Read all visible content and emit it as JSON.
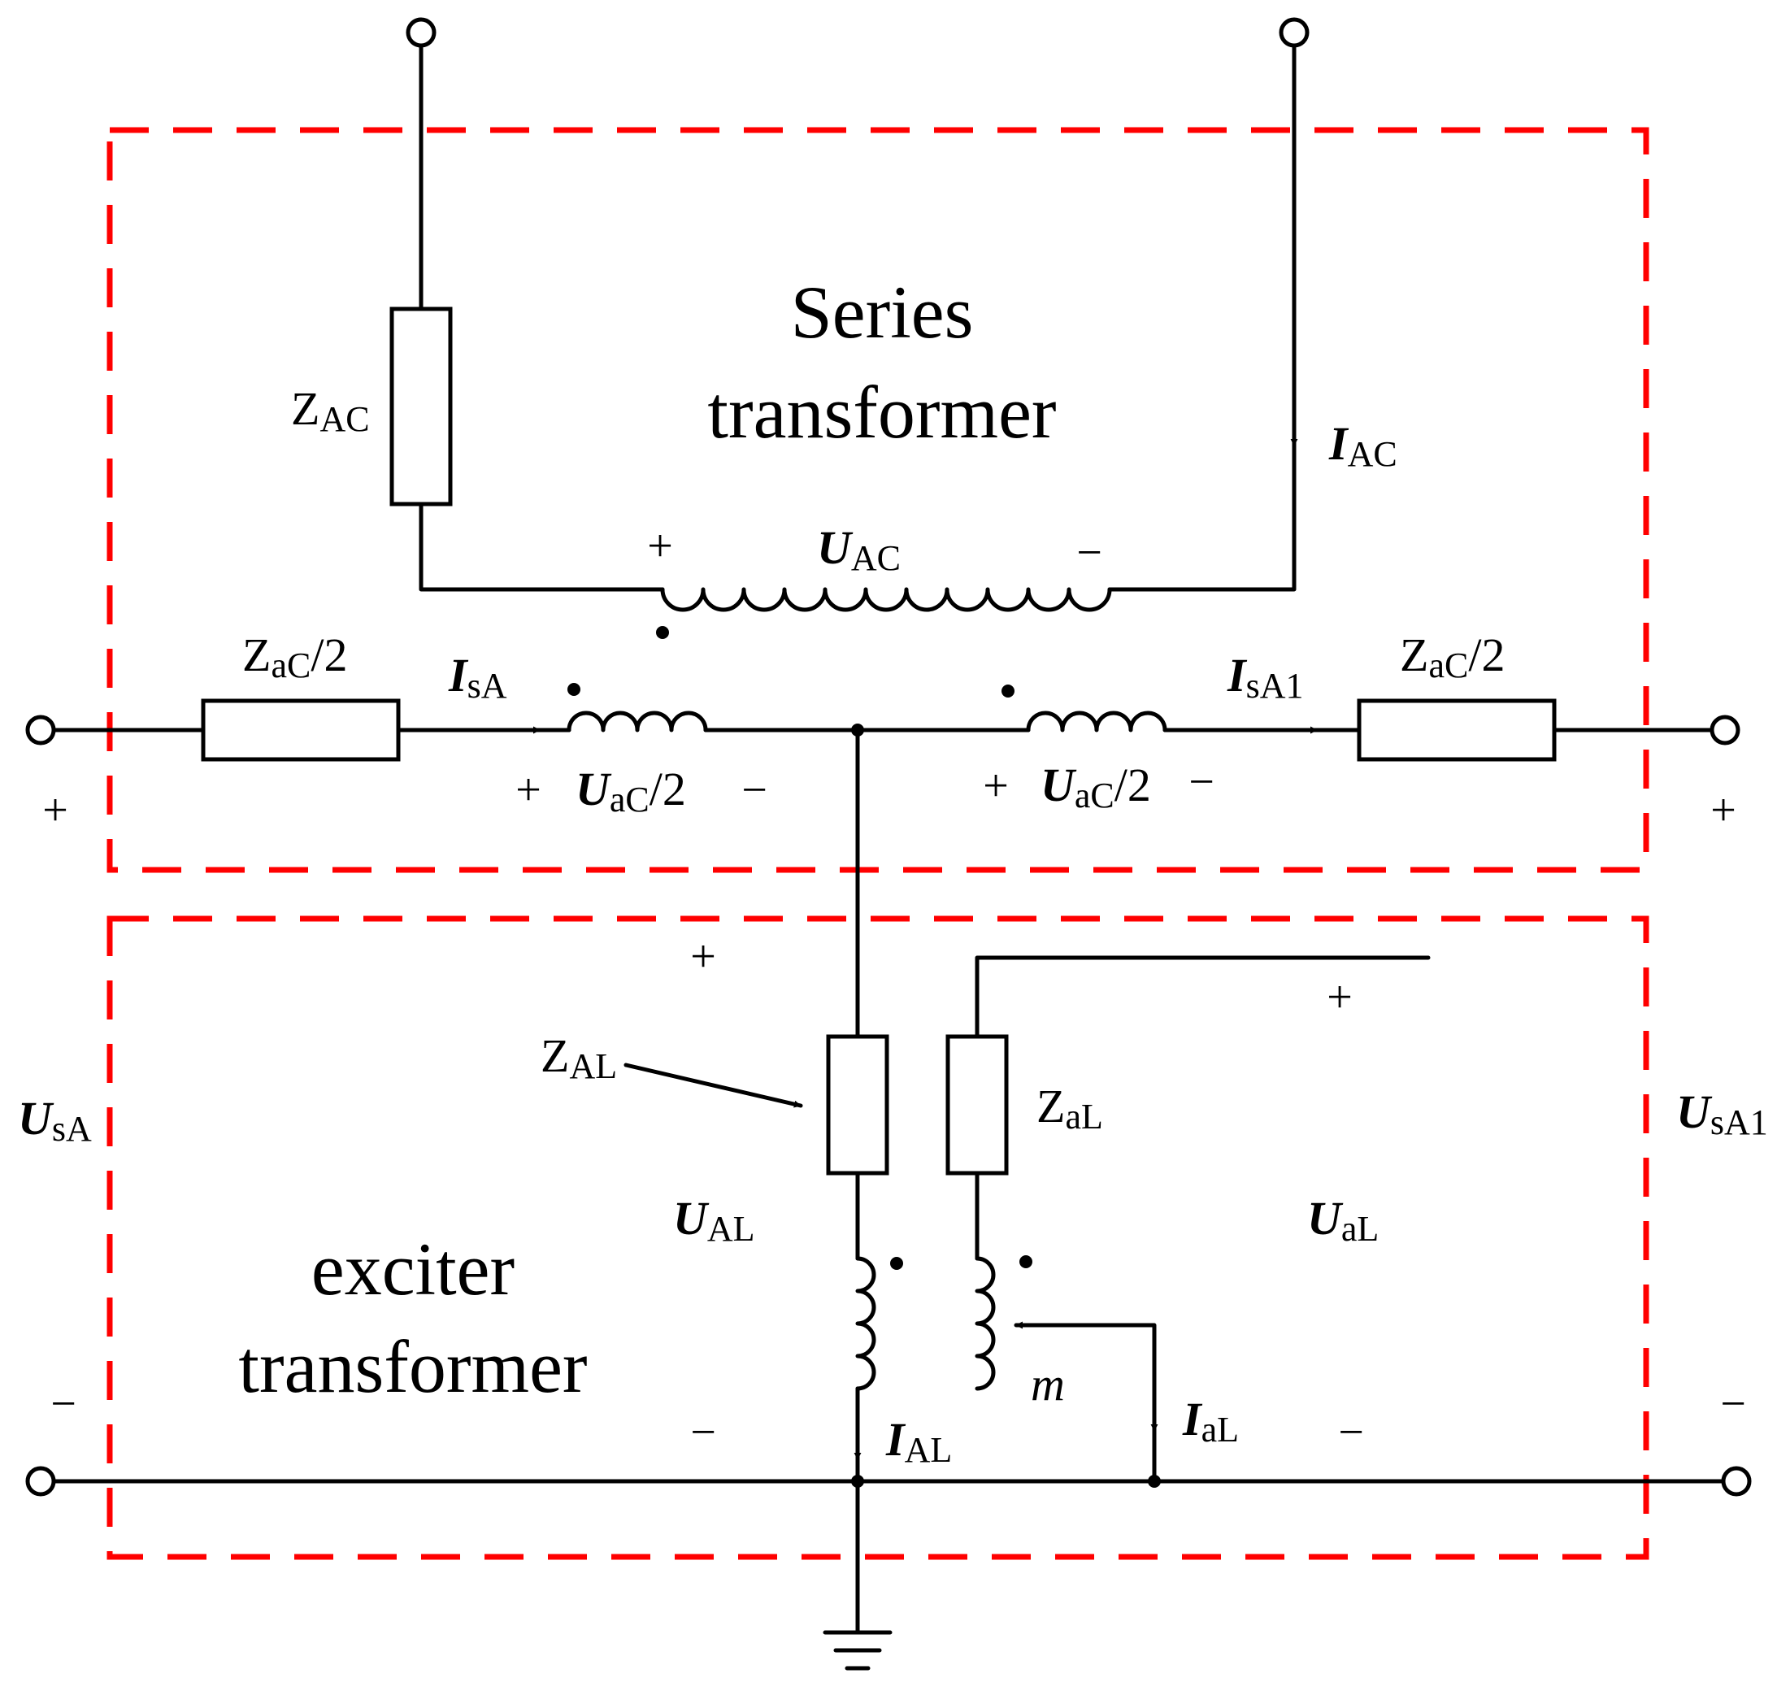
{
  "blocks": {
    "series_title_line1": "Series",
    "series_title_line2": "transformer",
    "exciter_title_line1": "exciter",
    "exciter_title_line2": "transformer"
  },
  "labels": {
    "z_ac": {
      "base": "Z",
      "sub": "AC"
    },
    "i_ac": {
      "base": "I",
      "sub": "AC"
    },
    "u_ac": {
      "base": "U",
      "sub": "AC"
    },
    "z_ac2_left": {
      "base": "Z",
      "sub": "aC",
      "suffix": "/2"
    },
    "z_ac2_right": {
      "base": "Z",
      "sub": "aC",
      "suffix": "/2"
    },
    "i_sa": {
      "base": "I",
      "sub": "sA"
    },
    "i_sa1": {
      "base": "I",
      "sub": "sA1"
    },
    "u_ac2_left": {
      "base": "U",
      "sub": "aC",
      "suffix": "/2"
    },
    "u_ac2_right": {
      "base": "U",
      "sub": "aC",
      "suffix": "/2"
    },
    "u_sa": {
      "base": "U",
      "sub": "sA"
    },
    "u_sa1": {
      "base": "U",
      "sub": "sA1"
    },
    "z_al": {
      "base": "Z",
      "sub": "AL"
    },
    "z_al_small": {
      "base": "Z",
      "sub": "aL"
    },
    "u_al": {
      "base": "U",
      "sub": "AL"
    },
    "u_al_small": {
      "base": "U",
      "sub": "aL"
    },
    "i_al": {
      "base": "I",
      "sub": "AL"
    },
    "i_al_small": {
      "base": "I",
      "sub": "aL"
    },
    "m": "m"
  },
  "signs": {
    "plus": "+",
    "minus": "−"
  },
  "colors": {
    "boundary": "#ff0000",
    "wire": "#000000"
  }
}
